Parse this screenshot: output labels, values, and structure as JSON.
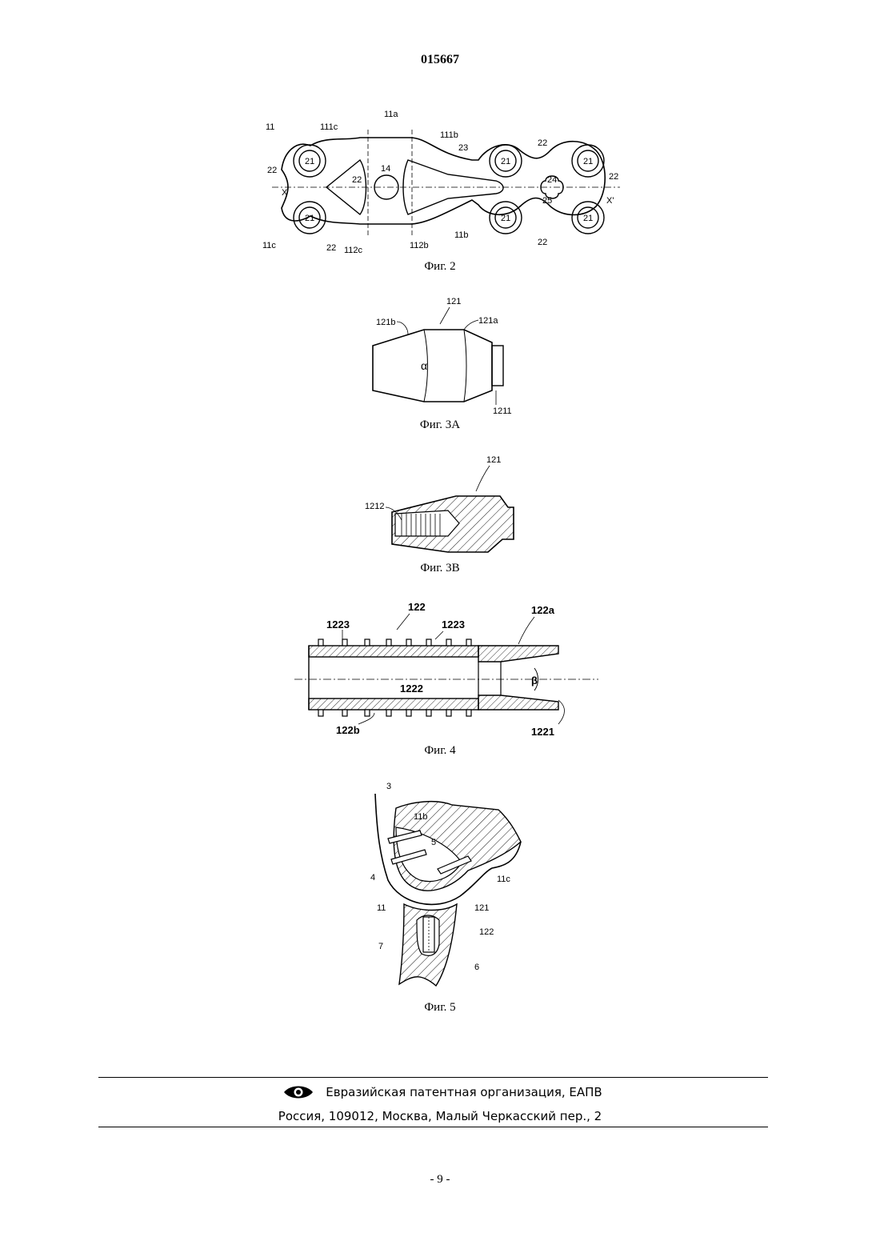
{
  "header": {
    "doc_number": "015667"
  },
  "figures": {
    "fig2": {
      "caption": "Фиг. 2",
      "labels": {
        "l11": "11",
        "l11a": "11a",
        "l111c": "111c",
        "l111b": "111b",
        "l23": "23",
        "l22": "22",
        "l14": "14",
        "l21": "21",
        "l24": "24",
        "l25": "25",
        "lX": "X",
        "lX2": "X'",
        "l11c": "11c",
        "l112c": "112c",
        "l112b": "112b",
        "l11b": "11b"
      }
    },
    "fig3a": {
      "caption": "Фиг. 3А",
      "labels": {
        "l121": "121",
        "l121b": "121b",
        "l121a": "121a",
        "alpha": "α",
        "l1211": "1211"
      }
    },
    "fig3b": {
      "caption": "Фиг. 3В",
      "labels": {
        "l121": "121",
        "l1212": "1212"
      }
    },
    "fig4": {
      "caption": "Фиг. 4",
      "labels": {
        "l122": "122",
        "l1223": "1223",
        "l122a": "122a",
        "l1222": "1222",
        "beta": "β",
        "l122b": "122b",
        "l1221": "1221"
      }
    },
    "fig5": {
      "caption": "Фиг. 5",
      "labels": {
        "l3": "3",
        "l11b": "11b",
        "l5": "5",
        "l4": "4",
        "l11c": "11c",
        "l11": "11",
        "l121": "121",
        "l122": "122",
        "l7": "7",
        "l6": "6"
      }
    }
  },
  "footer": {
    "organization": "Евразийская патентная организация, ЕАПВ",
    "address": "Россия, 109012, Москва, Малый Черкасский пер., 2",
    "logo": "eapo-eye-logo"
  },
  "page_number": "- 9 -"
}
